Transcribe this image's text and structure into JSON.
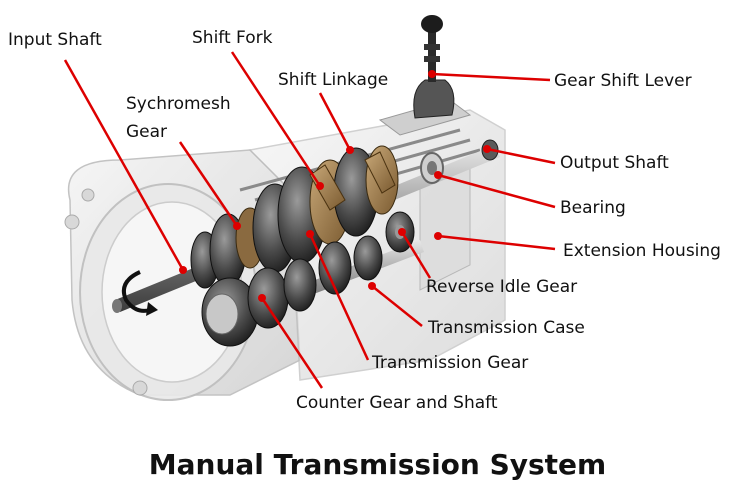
{
  "title": "Manual Transmission System",
  "labels": {
    "input_shaft": "Input Shaft",
    "shift_fork": "Shift Fork",
    "shift_linkage": "Shift Linkage",
    "synchromesh_line1": "Sychromesh",
    "synchromesh_line2": "Gear",
    "gear_shift_lever": "Gear Shift Lever",
    "output_shaft": "Output Shaft",
    "bearing": "Bearing",
    "extension_housing": "Extension Housing",
    "reverse_idle_gear": "Reverse Idle Gear",
    "transmission_case": "Transmission Case",
    "transmission_gear": "Transmission Gear",
    "counter_gear_and_shaft": "Counter Gear and Shaft"
  },
  "colors": {
    "leader": "#dd0000",
    "text": "#111111",
    "background": "#ffffff"
  }
}
